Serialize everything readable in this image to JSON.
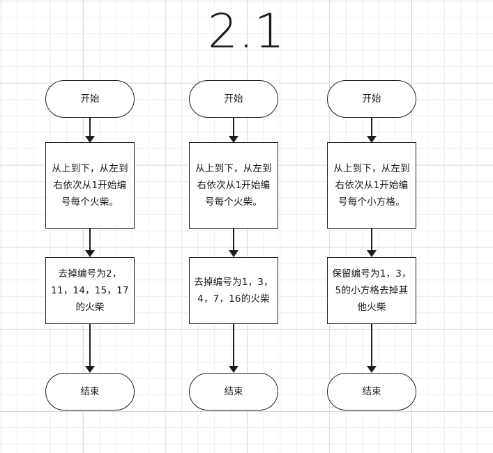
{
  "title": "2.1",
  "background": {
    "grid_minor_color": "#ededed",
    "grid_major_color": "#dadada",
    "paper_color": "#ffffff"
  },
  "theme": {
    "node_border_color": "#1f1f1f",
    "node_fill_color": "#ffffff",
    "text_color": "#161616",
    "connector_color": "#1c1c1c"
  },
  "flows": [
    {
      "id": "flow-1",
      "nodes": [
        {
          "type": "terminal",
          "name": "start",
          "text": "开始"
        },
        {
          "type": "process",
          "name": "numbering-step",
          "text": "从上到下，从左到右依次从1开始编号每个火柴。"
        },
        {
          "type": "process",
          "name": "removal-step",
          "text": "去掉编号为2，11，14，15，17的火柴"
        },
        {
          "type": "terminal",
          "name": "end",
          "text": "结束"
        }
      ]
    },
    {
      "id": "flow-2",
      "nodes": [
        {
          "type": "terminal",
          "name": "start",
          "text": "开始"
        },
        {
          "type": "process",
          "name": "numbering-step",
          "text": "从上到下，从左到右依次从1开始编号每个火柴。"
        },
        {
          "type": "process",
          "name": "removal-step",
          "text": "去掉编号为1，3，4，7，16的火柴"
        },
        {
          "type": "terminal",
          "name": "end",
          "text": "结束"
        }
      ]
    },
    {
      "id": "flow-3",
      "nodes": [
        {
          "type": "terminal",
          "name": "start",
          "text": "开始"
        },
        {
          "type": "process",
          "name": "numbering-step",
          "text": "从上到下，从左到右依次从1开始编号每个小方格。"
        },
        {
          "type": "process",
          "name": "removal-step",
          "text": "保留编号为1，3，5的小方格去掉其他火柴"
        },
        {
          "type": "terminal",
          "name": "end",
          "text": "结束"
        }
      ]
    }
  ]
}
